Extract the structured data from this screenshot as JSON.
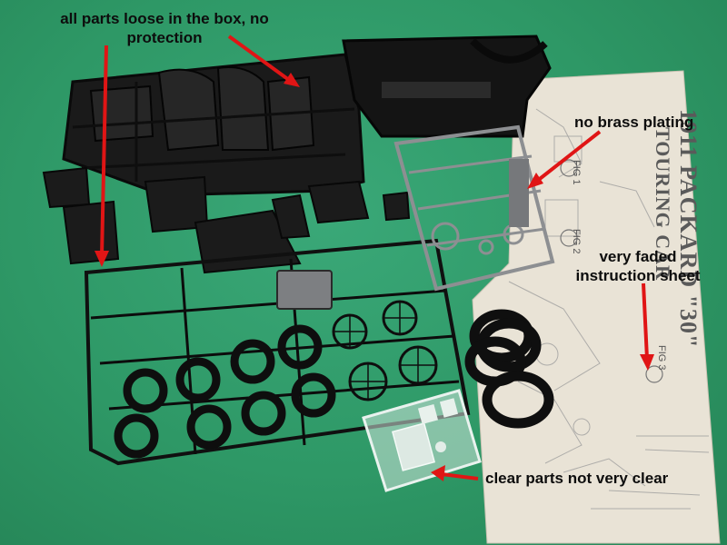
{
  "annotations": {
    "loose_parts": "all parts loose in the box, no protection",
    "brass_plating": "no brass plating",
    "faded_sheet": "very faded instruction sheet",
    "clear_parts": "clear parts not very clear"
  },
  "instruction_sheet": {
    "title_line1": "1911 PACKARD \"30\"",
    "title_line2": "TOURING CAR",
    "fig1": "FIG 1",
    "fig2": "FIG 2",
    "fig3": "FIG 3"
  },
  "colors": {
    "background_green": "#2e9866",
    "plastic_black": "#151515",
    "plastic_gray": "#8d8f92",
    "arrow_red": "#e01515",
    "paper": "#e9e3d6"
  },
  "icons": [
    "arrow-icon"
  ]
}
